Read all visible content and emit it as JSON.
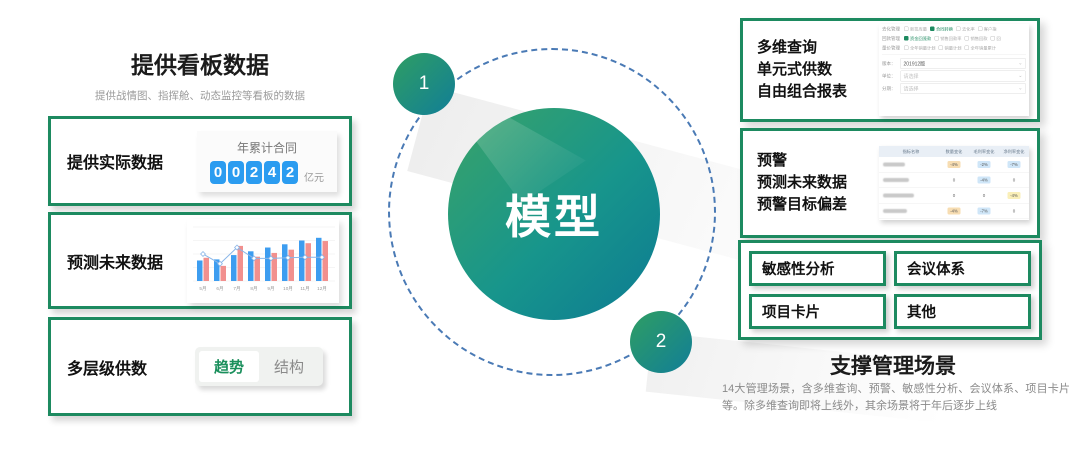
{
  "left": {
    "title": "提供看板数据",
    "subtitle": "提供战情图、指挥舱、动态监控等看板的数据",
    "actual_box": {
      "label": "提供实际数据",
      "card_title": "年累计合同",
      "digits": [
        "0",
        "0",
        "2",
        "4",
        "2"
      ],
      "unit": "亿元"
    },
    "forecast_box": {
      "label": "预测未来数据"
    },
    "multilevel_box": {
      "label": "多层级供数",
      "toggle": [
        {
          "label": "趋势",
          "active": true
        },
        {
          "label": "结构",
          "active": false
        }
      ]
    }
  },
  "center": {
    "circle_label": "模型",
    "badge1": "1",
    "badge2": "2"
  },
  "right": {
    "query_box": {
      "labels": [
        "多维查询",
        "单元式供数",
        "自由组合报表"
      ],
      "form": {
        "checkbox_rows": [
          {
            "label": "去化管理",
            "options": [
              {
                "t": "新签库量",
                "c": false
              },
              {
                "t": "合同转换",
                "c": true
              },
              {
                "t": "去化率",
                "c": false
              },
              {
                "t": "客户指",
                "c": false
              }
            ]
          },
          {
            "label": "回款管理",
            "options": [
              {
                "t": "资金回笼款",
                "c": true
              },
              {
                "t": "销售回款率",
                "c": false
              },
              {
                "t": "销售回款",
                "c": false
              },
              {
                "t": "回",
                "c": false
              }
            ]
          },
          {
            "label": "量价管理",
            "options": [
              {
                "t": "全年销量计划",
                "c": false
              },
              {
                "t": "销量计划",
                "c": false
              },
              {
                "t": "全年销量累计",
                "c": false
              }
            ]
          }
        ],
        "selects": [
          {
            "label": "版本：",
            "value": "201912版",
            "placeholder": false
          },
          {
            "label": "单位：",
            "value": "请选择",
            "placeholder": true
          },
          {
            "label": "分期：",
            "value": "请选择",
            "placeholder": true
          }
        ]
      }
    },
    "warning_box": {
      "labels": [
        "预警",
        "预测未来数据",
        "预警目标偏差"
      ]
    },
    "scene_boxes": [
      "敏感性分析",
      "会议体系",
      "项目卡片",
      "其他"
    ],
    "title": "支撑管理场景",
    "description": "14大管理场景，含多维查询、预警、敏感性分析、会议体系、项目卡片等。除多维查询即将上线外，其余场景将于年后逐步上线"
  },
  "colors": {
    "green_border": "#1d8a60",
    "circle_gradient_from": "#3aa368",
    "circle_gradient_to": "#0d7a92",
    "dashed_circle": "#4a7ab5",
    "digit_tile_blue": "#2b9cf0",
    "toggle_active_green": "#1a8f5c"
  },
  "chart_data": [
    {
      "type": "bar",
      "categories": [
        "5月",
        "6月",
        "7月",
        "8月",
        "9月",
        "10月",
        "11月",
        "12月"
      ],
      "series": [
        {
          "name": "blue-bars",
          "type": "bar",
          "color": "#3d9df0",
          "values": [
            38,
            40,
            48,
            55,
            62,
            68,
            75,
            80
          ]
        },
        {
          "name": "pink-bars",
          "type": "bar",
          "color": "#f2908e",
          "values": [
            43,
            28,
            65,
            45,
            52,
            58,
            70,
            74
          ]
        },
        {
          "name": "trend-line",
          "type": "line",
          "color": "#8ab6e8",
          "values": [
            50,
            32,
            62,
            42,
            42,
            43,
            44,
            44
          ]
        }
      ],
      "title": "",
      "xlabel": "",
      "ylabel": "",
      "ylim": [
        0,
        100
      ],
      "grid": true,
      "legend": false
    },
    {
      "type": "table",
      "columns": [
        "指标名称",
        "数量变化",
        "毛利率变化",
        "净利率变化"
      ],
      "rows": [
        {
          "name_masked": true,
          "mask_width": 44,
          "cells": [
            {
              "v": "-4%",
              "bg": "#f7ddb2"
            },
            {
              "v": "-2%",
              "bg": "#cfe6f8"
            },
            {
              "v": "-7%",
              "bg": "#cfe6f8"
            }
          ]
        },
        {
          "name_masked": true,
          "mask_width": 52,
          "cells": [
            {
              "v": "0"
            },
            {
              "v": "-4%",
              "bg": "#cfe6f8"
            },
            {
              "v": "0"
            }
          ]
        },
        {
          "name_masked": true,
          "mask_width": 62,
          "cells": [
            {
              "v": "0"
            },
            {
              "v": "0"
            },
            {
              "v": "-4%",
              "bg": "#faefb8"
            }
          ]
        },
        {
          "name_masked": true,
          "mask_width": 48,
          "cells": [
            {
              "v": "-4%",
              "bg": "#f7ddb2"
            },
            {
              "v": "-7%",
              "bg": "#cfe6f8"
            },
            {
              "v": "0"
            }
          ]
        }
      ]
    }
  ]
}
